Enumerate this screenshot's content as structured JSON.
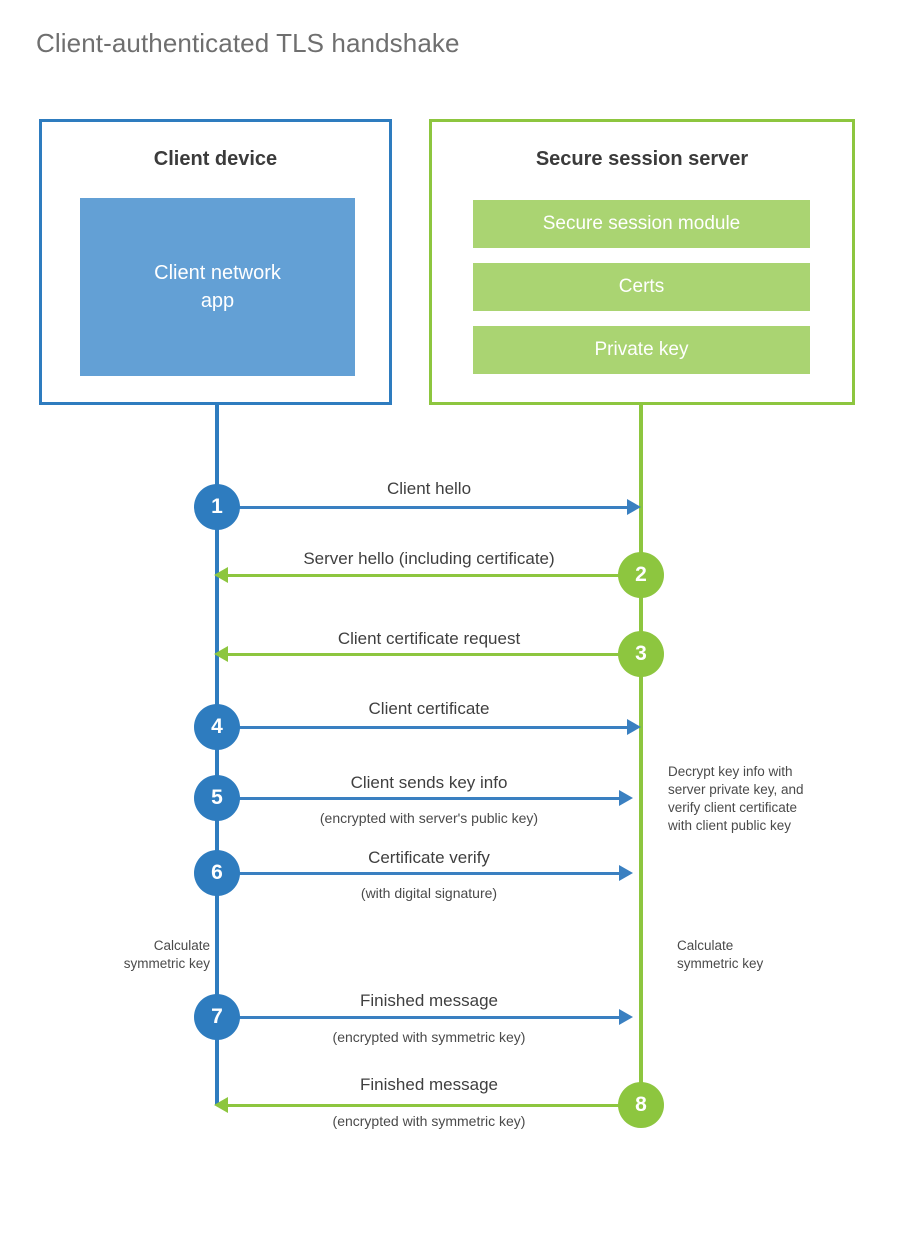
{
  "page": {
    "title": "Client-authenticated TLS handshake",
    "colors": {
      "client_blue": "#2e7cbf",
      "client_app_fill": "#63a0d5",
      "server_green": "#8dc63f",
      "server_bar_fill": "#aad472",
      "arrow_blue": "#3a80c1",
      "text_gray": "#3f3f3f",
      "title_gray": "#6f6f6f"
    }
  },
  "client": {
    "title": "Client device",
    "app_label": "Client network\napp"
  },
  "server": {
    "title": "Secure session server",
    "bars": [
      {
        "label": "Secure session module"
      },
      {
        "label": "Certs"
      },
      {
        "label": "Private key"
      }
    ]
  },
  "steps": [
    {
      "number": "1",
      "direction": "to-server",
      "label": "Client hello",
      "sublabel": ""
    },
    {
      "number": "2",
      "direction": "to-client",
      "label": "Server hello (including certificate)",
      "sublabel": ""
    },
    {
      "number": "3",
      "direction": "to-client",
      "label": "Client certificate request",
      "sublabel": ""
    },
    {
      "number": "4",
      "direction": "to-server",
      "label": "Client certificate",
      "sublabel": ""
    },
    {
      "number": "5",
      "direction": "to-server",
      "label": "Client sends key info",
      "sublabel": "(encrypted with server's public key)"
    },
    {
      "number": "6",
      "direction": "to-server",
      "label": "Certificate verify",
      "sublabel": "(with digital signature)"
    },
    {
      "number": "7",
      "direction": "to-server",
      "label": "Finished message",
      "sublabel": "(encrypted with symmetric key)"
    },
    {
      "number": "8",
      "direction": "to-client",
      "label": "Finished message",
      "sublabel": "(encrypted with symmetric key)"
    }
  ],
  "notes": {
    "server_decrypt": "Decrypt key info with\nserver private key, and\nverify client certificate\nwith client public key",
    "client_calculate": "Calculate\nsymmetric key",
    "server_calculate": "Calculate\nsymmetric key"
  }
}
